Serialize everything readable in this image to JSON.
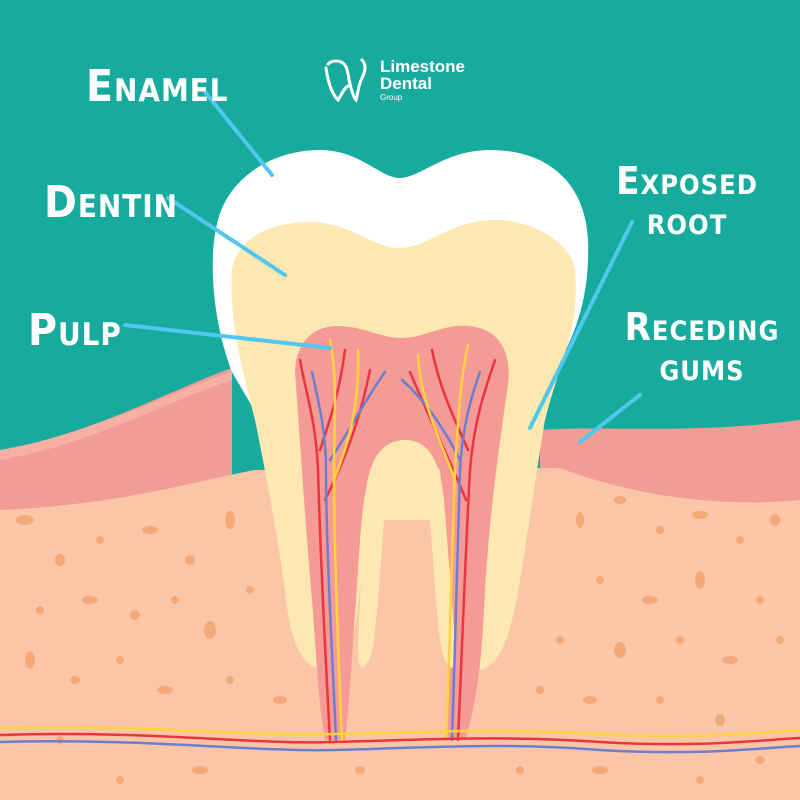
{
  "logo": {
    "name_line1": "Limestone",
    "name_line2": "Dental",
    "group": "Group"
  },
  "labels": {
    "enamel": "Enamel",
    "dentin": "Dentin",
    "pulp": "Pulp",
    "exposed_root": [
      "Exposed",
      "root"
    ],
    "receding_gums": [
      "Receding",
      "gums"
    ]
  },
  "colors": {
    "background": "#17ab9e",
    "gum": "#f29c96",
    "bone": "#fbc6a8",
    "bone_dots": "#f4a979",
    "enamel": "#ffffff",
    "dentin": "#fce8b0",
    "pulp": "#f59a94",
    "nerve_red": "#e8363f",
    "nerve_blue": "#6a7fd0",
    "nerve_yellow": "#ffd23f",
    "pointer": "#4fc7ee"
  }
}
